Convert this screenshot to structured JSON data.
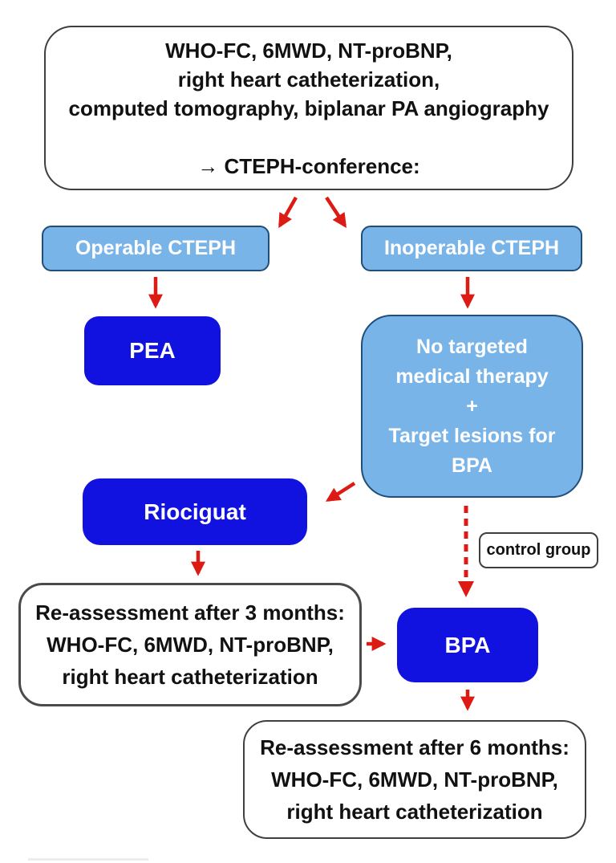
{
  "diagram": {
    "title": "CTEPH management flowchart",
    "nodes": {
      "initial_assessment": {
        "text": "WHO-FC, 6MWD, NT-proBNP,\nright heart catheterization,\ncomputed tomography, biplanar PA angiography\n\n→ CTEPH-conference:"
      },
      "operable": {
        "label": "Operable CTEPH"
      },
      "inoperable": {
        "label": "Inoperable CTEPH"
      },
      "pea": {
        "label": "PEA"
      },
      "no_targeted_therapy": {
        "text": "No targeted\nmedical therapy\n+\nTarget lesions for\nBPA"
      },
      "riociguat": {
        "label": "Riociguat"
      },
      "control_group": {
        "label": "control group"
      },
      "reassessment_3_months": {
        "text": "Re-assessment after 3 months:\nWHO-FC, 6MWD, NT-proBNP,\nright heart catheterization"
      },
      "bpa": {
        "label": "BPA"
      },
      "reassessment_6_months": {
        "text": "Re-assessment after 6 months:\nWHO-FC, 6MWD, NT-proBNP,\nright heart catheterization"
      }
    },
    "edges": [
      {
        "from": "initial_assessment",
        "to": "operable",
        "style": "solid"
      },
      {
        "from": "initial_assessment",
        "to": "inoperable",
        "style": "solid"
      },
      {
        "from": "operable",
        "to": "pea",
        "style": "solid"
      },
      {
        "from": "inoperable",
        "to": "no_targeted_therapy",
        "style": "solid"
      },
      {
        "from": "no_targeted_therapy",
        "to": "riociguat",
        "style": "solid"
      },
      {
        "from": "no_targeted_therapy",
        "to": "bpa",
        "style": "dashed",
        "note": "control group"
      },
      {
        "from": "riociguat",
        "to": "reassessment_3_months",
        "style": "solid"
      },
      {
        "from": "reassessment_3_months",
        "to": "bpa",
        "style": "solid"
      },
      {
        "from": "bpa",
        "to": "reassessment_6_months",
        "style": "solid"
      }
    ],
    "colors": {
      "dark_blue": "#1111e0",
      "light_blue": "#79b4e9",
      "light_blue_border": "#1f4e79",
      "white_box_border": "#3f3f3f",
      "arrow_red": "#dc1b15",
      "text_dark": "#111111",
      "text_light": "#ffffff"
    }
  }
}
